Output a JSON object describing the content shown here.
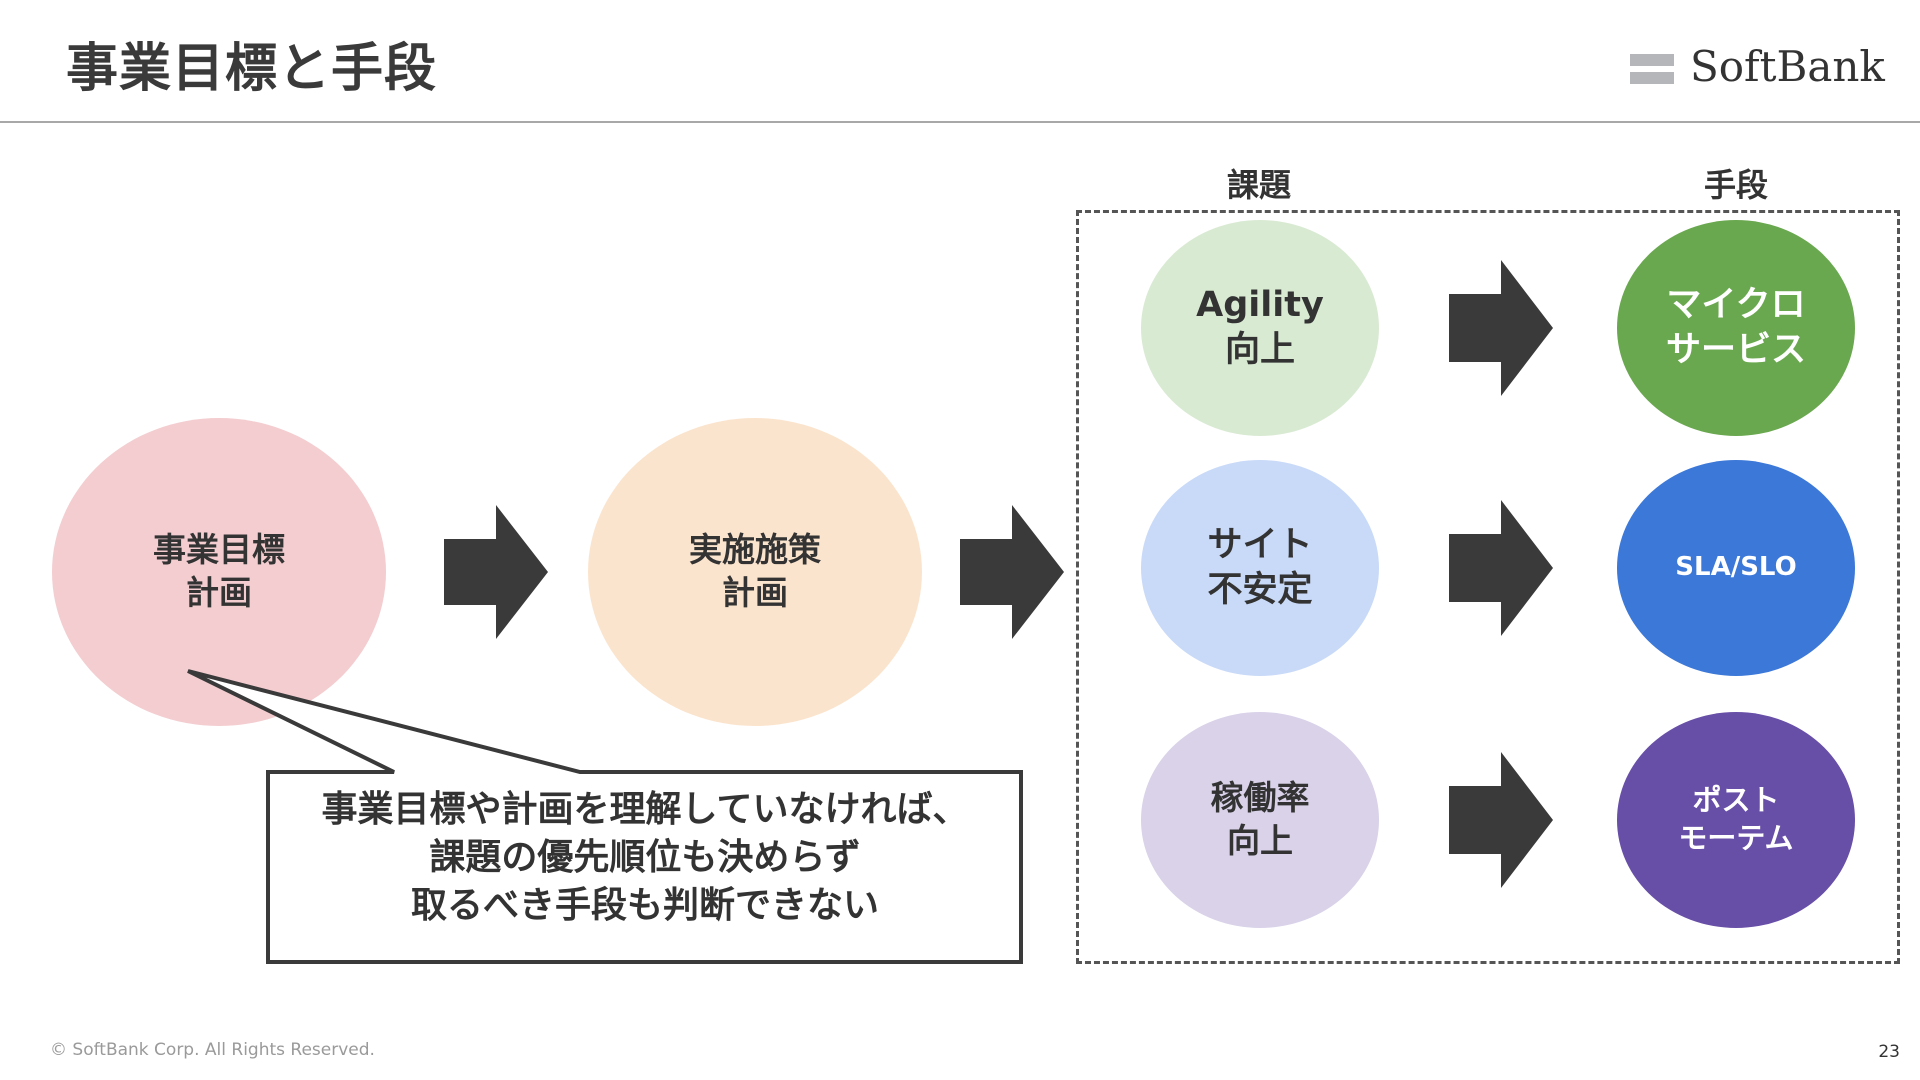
{
  "title": "事業目標と手段",
  "logo": {
    "text": "SoftBank"
  },
  "left_flow": {
    "goal": {
      "label": "事業目標\n計画",
      "color": "#f3cdd0"
    },
    "plan": {
      "label": "実施施策\n計画",
      "color": "#fbe4cd"
    }
  },
  "columns": {
    "issues_header": "課題",
    "means_header": "手段"
  },
  "rows": [
    {
      "issue": "Agility\n向上",
      "issue_color": "#d9ead3",
      "means": "マイクロ\nサービス",
      "means_color": "#6aa84f"
    },
    {
      "issue": "サイト\n不安定",
      "issue_color": "#c9daf8",
      "means": "SLA/SLO",
      "means_color": "#3c78d8"
    },
    {
      "issue": "稼働率\n向上",
      "issue_color": "#d9d2e9",
      "means": "ポスト\nモーテム",
      "means_color": "#674ea7"
    }
  ],
  "callout": {
    "text": "事業目標や計画を理解していなければ、\n課題の優先順位も決めらず\n取るべき手段も判断できない"
  },
  "footer": {
    "copyright": "© SoftBank Corp. All Rights Reserved.",
    "page_number": "23"
  }
}
